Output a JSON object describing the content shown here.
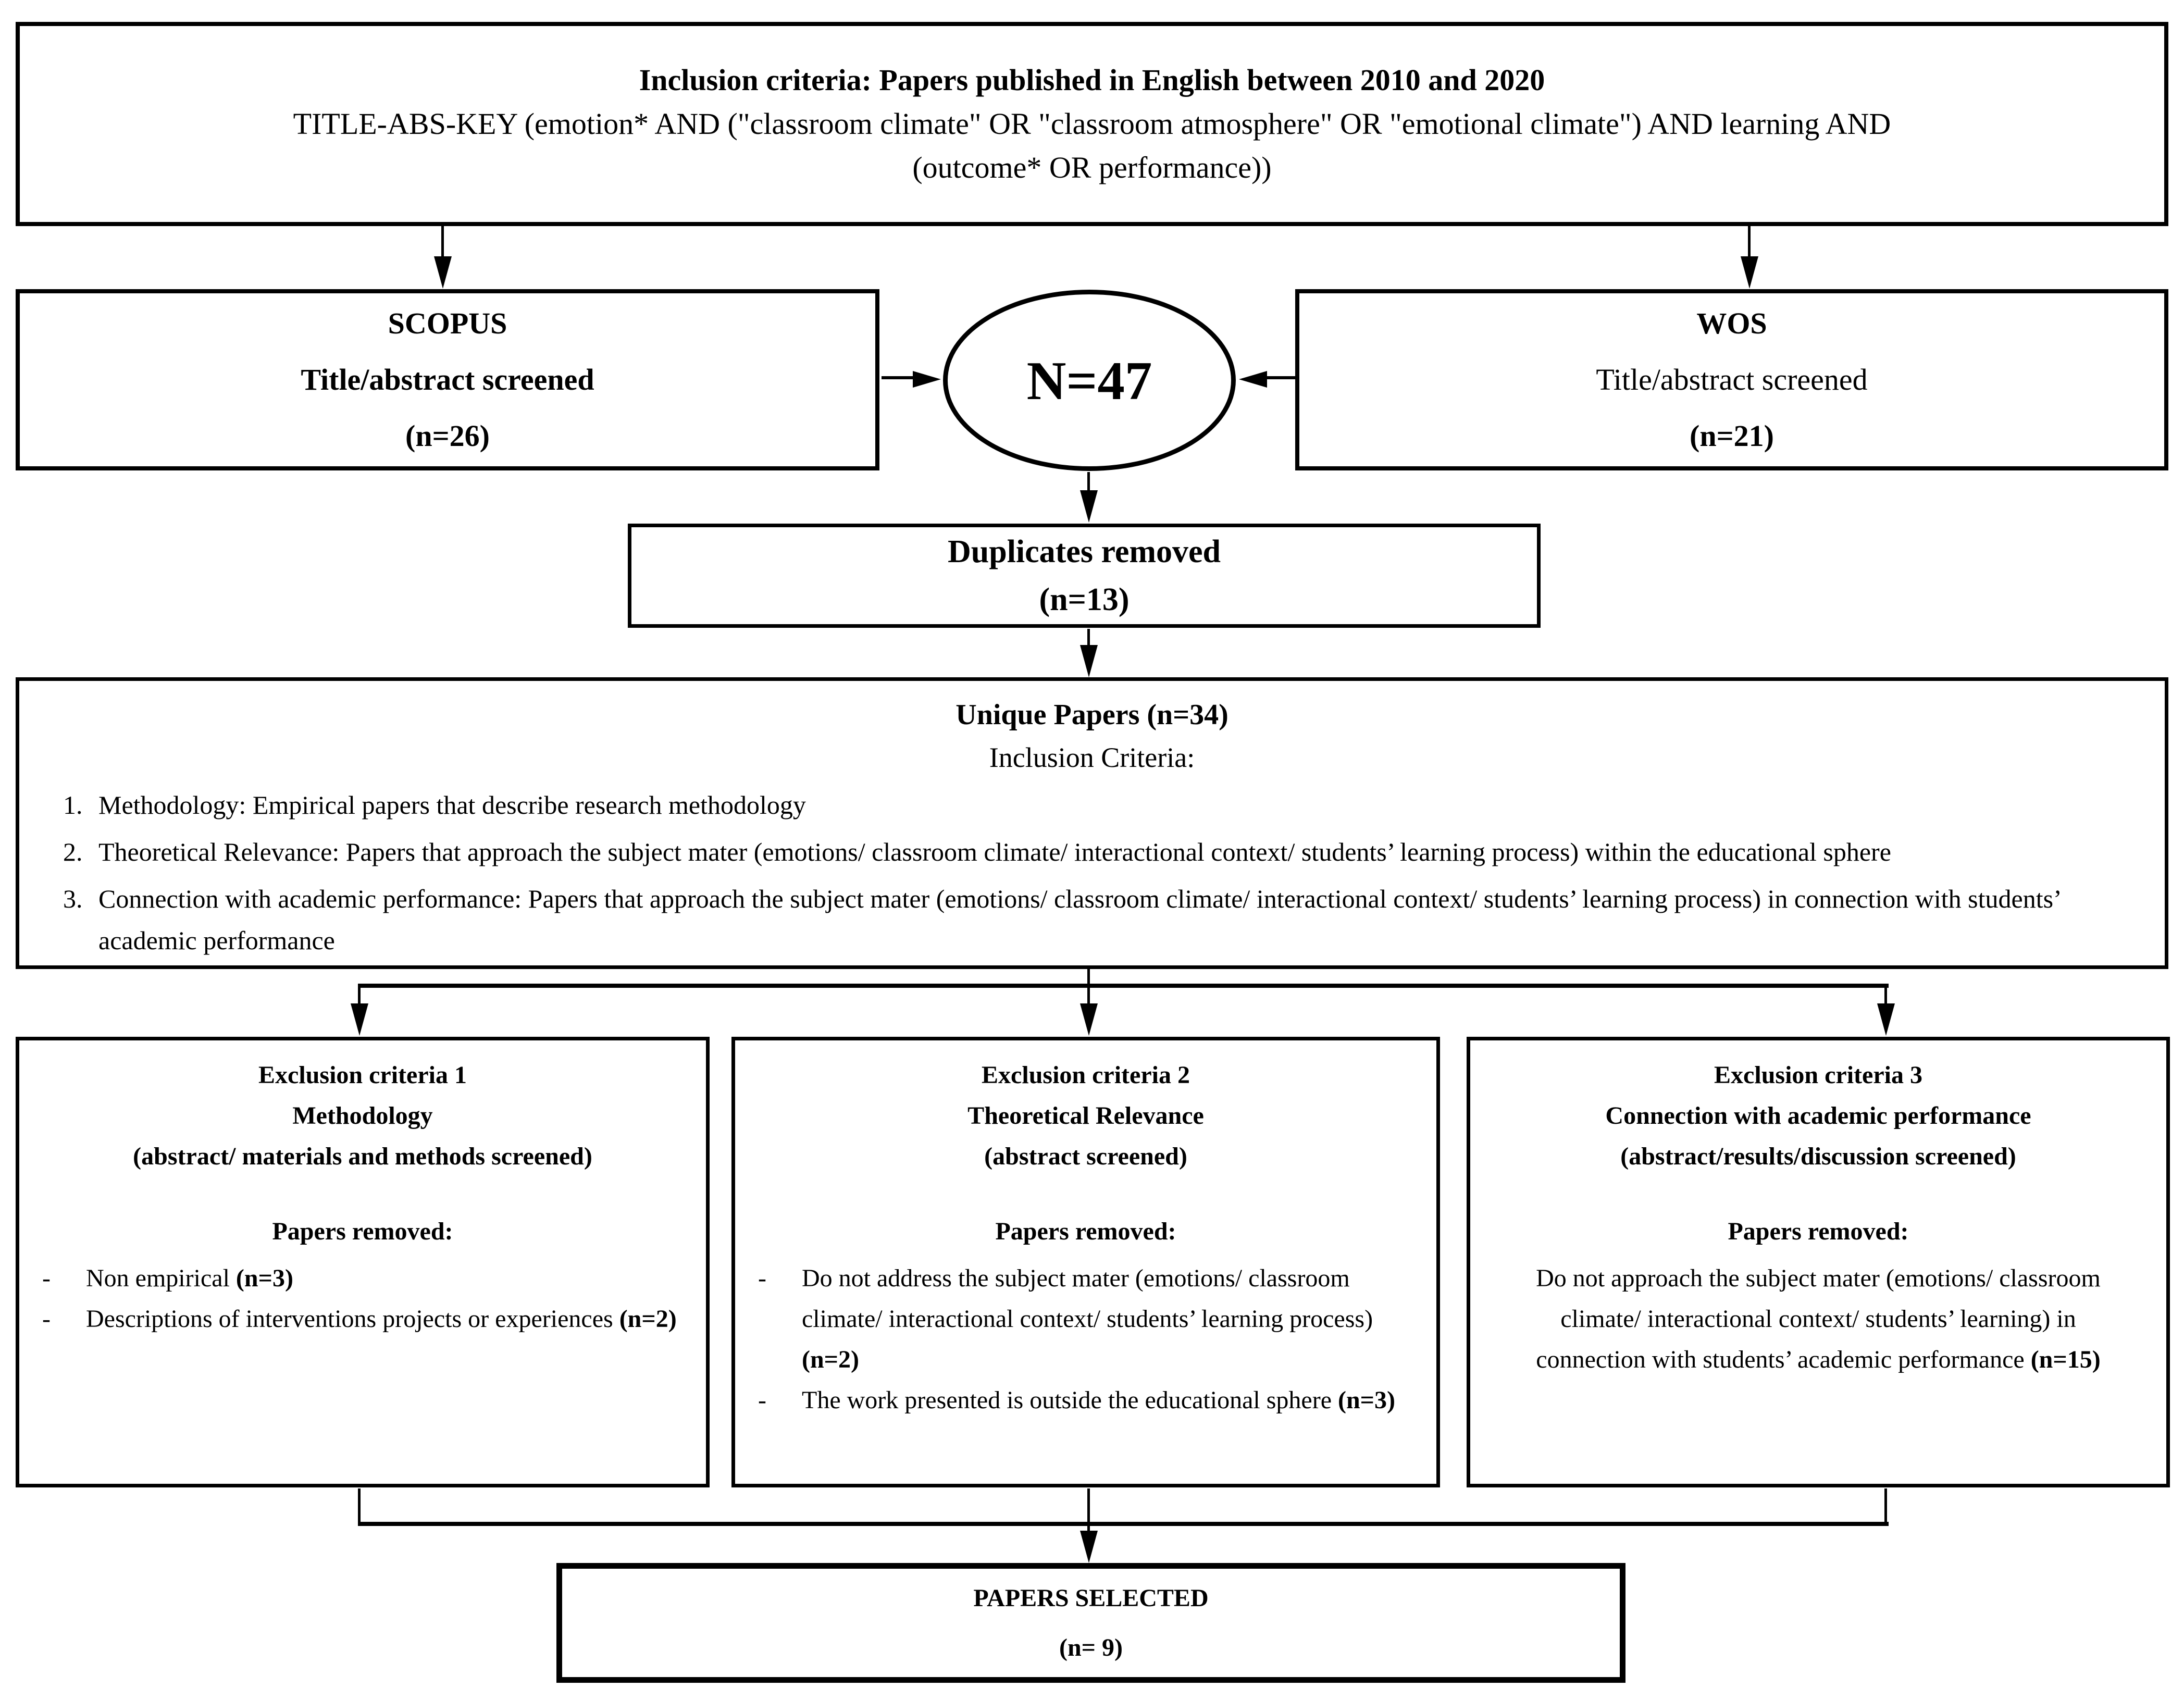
{
  "colors": {
    "ink": "#000000",
    "paper": "#ffffff"
  },
  "top_box": {
    "title": "Inclusion criteria: Papers published in English between 2010 and 2020",
    "query_line1": "TITLE-ABS-KEY (emotion* AND (\"classroom climate\" OR \"classroom atmosphere\" OR \"emotional climate\") AND learning AND",
    "query_line2": "(outcome* OR performance))"
  },
  "scopus_box": {
    "name": "SCOPUS",
    "screened": "Title/abstract screened",
    "n": "(n=26)"
  },
  "wos_box": {
    "name": "WOS",
    "screened": "Title/abstract screened",
    "n": "(n=21)"
  },
  "merge_ellipse": {
    "label": "N=47"
  },
  "duplicates_box": {
    "line1": "Duplicates removed",
    "n": "(n=13)"
  },
  "unique_box": {
    "title": "Unique Papers (n=34)",
    "subtitle": "Inclusion Criteria:",
    "items": [
      {
        "num": "1.",
        "text": "Methodology: Empirical papers that describe research methodology"
      },
      {
        "num": "2.",
        "text": "Theoretical Relevance: Papers that approach the subject mater (emotions/ classroom climate/ interactional context/ students’ learning process) within the educational sphere"
      },
      {
        "num": "3.",
        "text": "Connection with academic performance: Papers that approach the subject mater (emotions/ classroom climate/ interactional context/ students’ learning process) in connection with students’ academic performance"
      }
    ]
  },
  "exclusion1": {
    "title": "Exclusion criteria 1",
    "subtitle": "Methodology",
    "screened": "(abstract/ materials and methods screened)",
    "removed_label": "Papers removed:",
    "items": [
      {
        "text": "Non empirical ",
        "n": "(n=3)"
      },
      {
        "text": "Descriptions of interventions projects or experiences ",
        "n": "(n=2)"
      }
    ]
  },
  "exclusion2": {
    "title": "Exclusion criteria 2",
    "subtitle": "Theoretical Relevance",
    "screened": "(abstract screened)",
    "removed_label": "Papers removed:",
    "items": [
      {
        "text": "Do not address the subject mater (emotions/ classroom climate/ interactional context/ students’ learning process) ",
        "n": "(n=2)"
      },
      {
        "text": "The work presented is outside the educational sphere ",
        "n": "(n=3)"
      }
    ]
  },
  "exclusion3": {
    "title": "Exclusion criteria 3",
    "subtitle": "Connection with academic performance",
    "screened": "(abstract/results/discussion screened)",
    "removed_label": "Papers removed:",
    "item": {
      "text": "Do not approach the subject mater (emotions/ classroom climate/ interactional context/ students’ learning) in connection with students’ academic performance ",
      "n": "(n=15)"
    }
  },
  "selected_box": {
    "line1": "PAPERS SELECTED",
    "n": "(n= 9)"
  }
}
